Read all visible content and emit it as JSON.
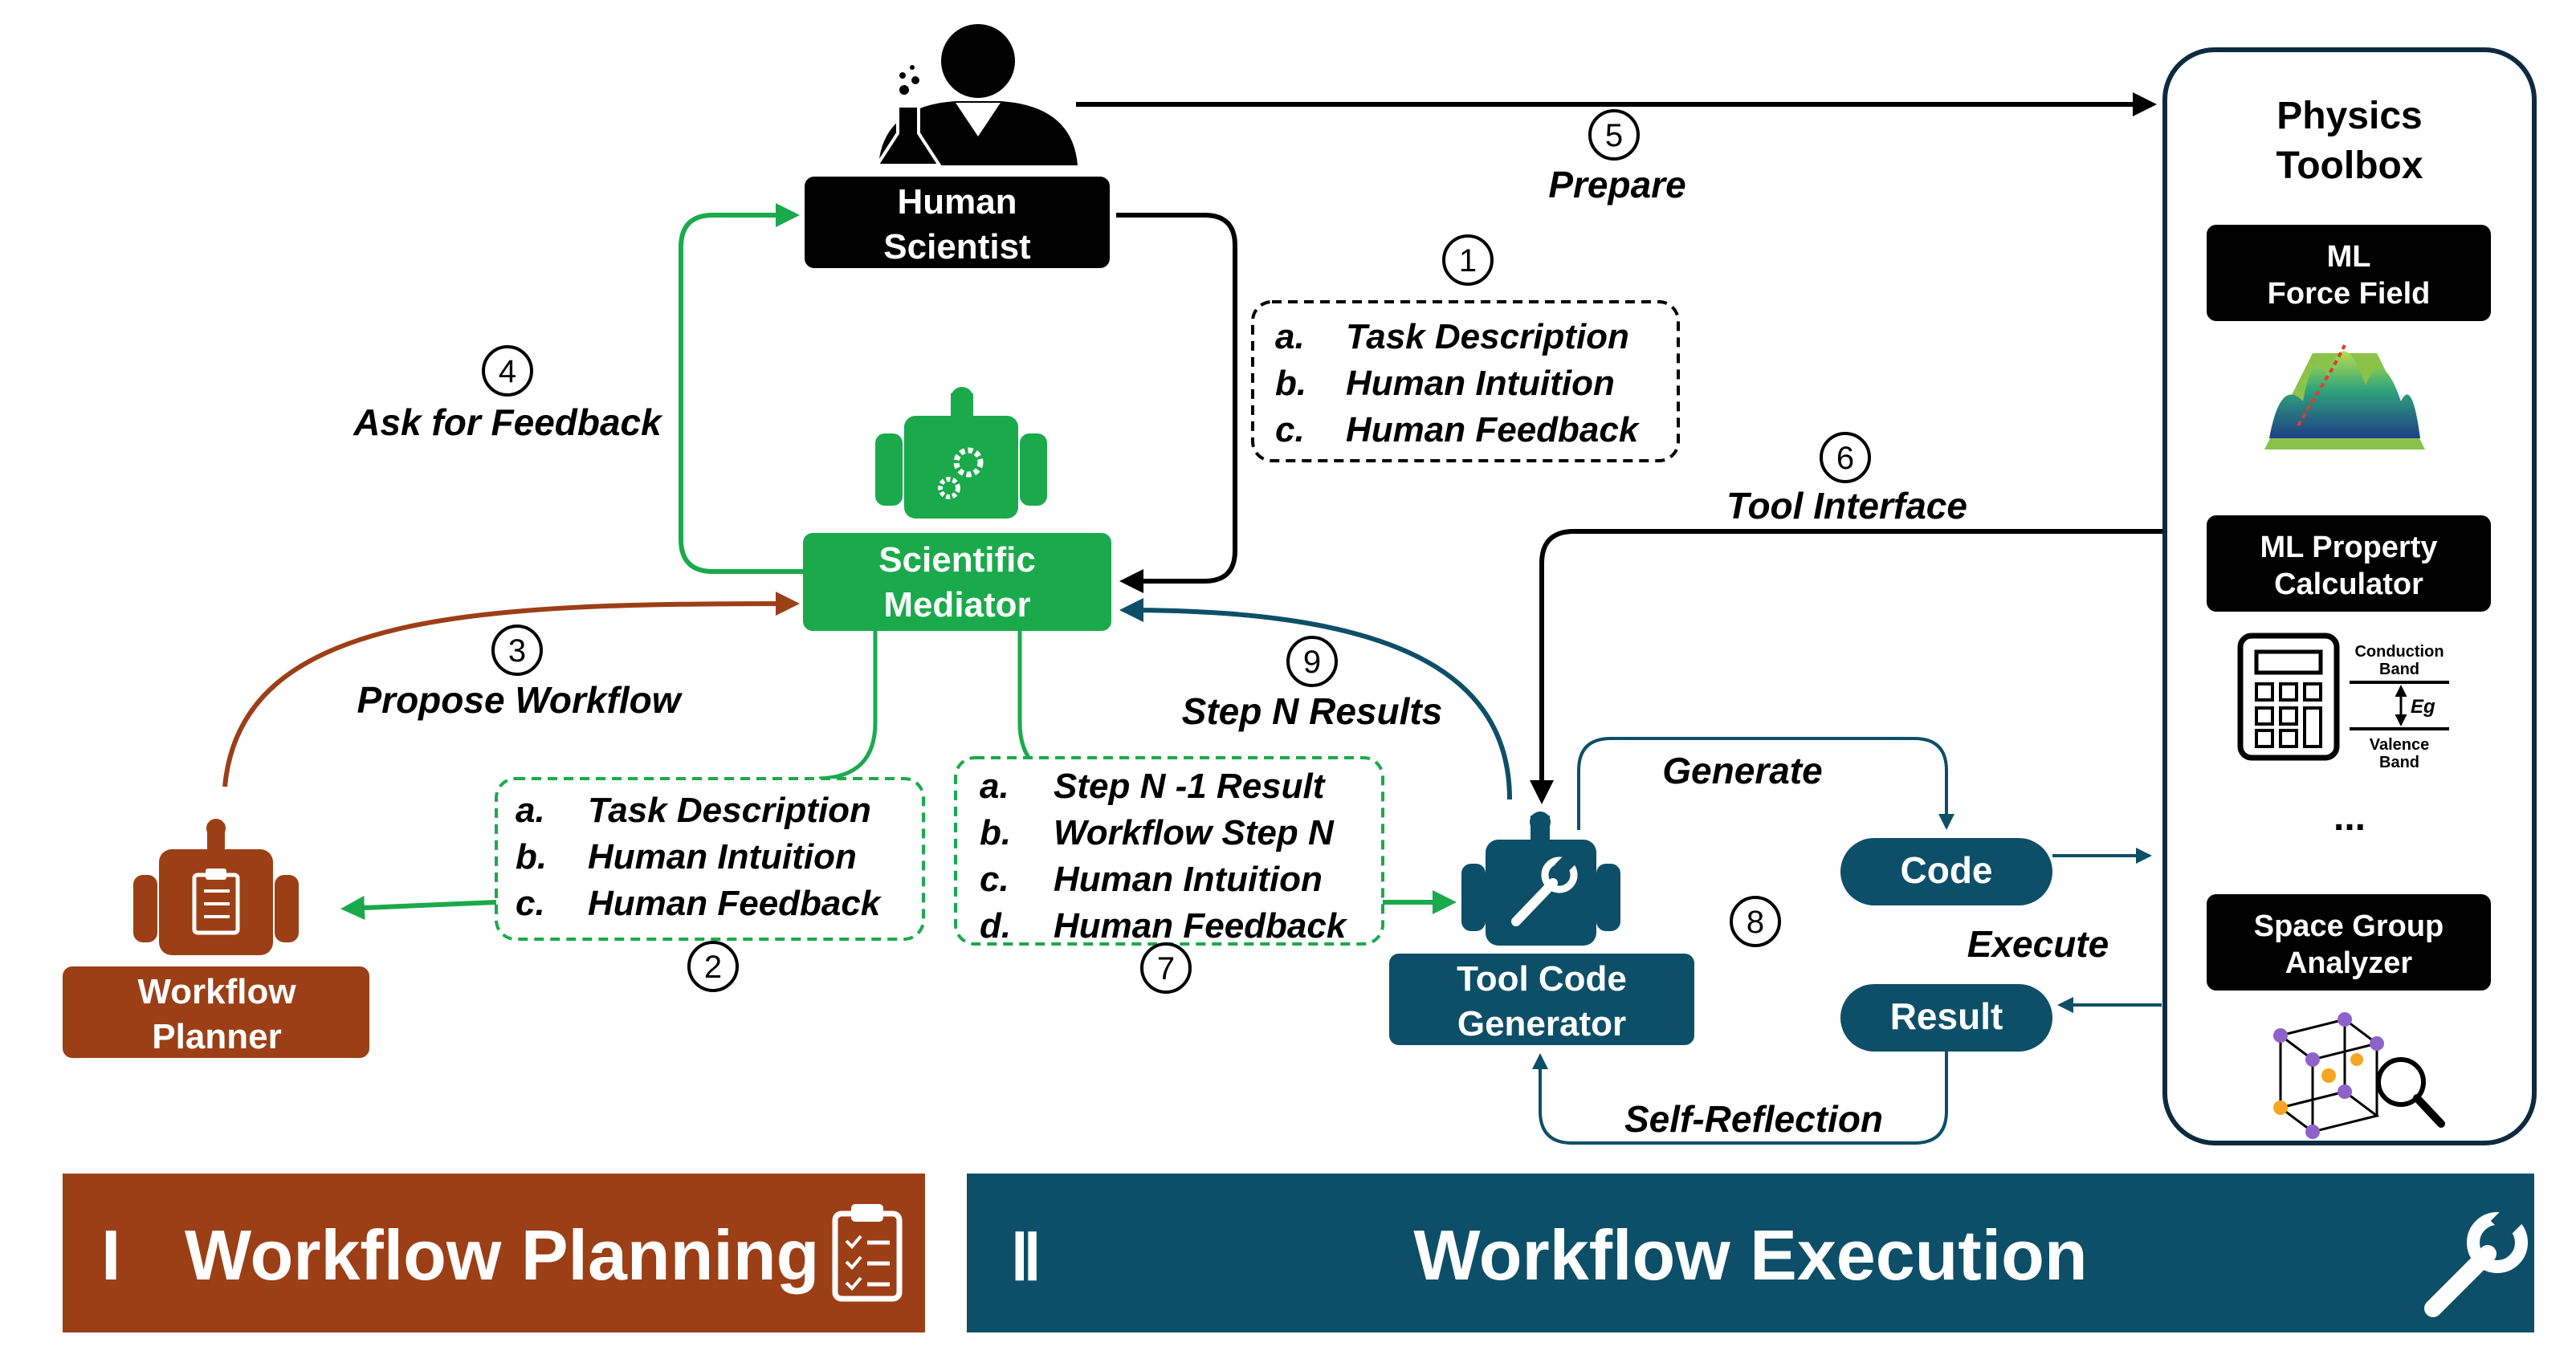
{
  "nodes": {
    "human_scientist": [
      "Human",
      "Scientist"
    ],
    "scientific_mediator": [
      "Scientific",
      "Mediator"
    ],
    "workflow_planner": [
      "Workflow",
      "Planner"
    ],
    "tool_code_generator": [
      "Tool Code",
      "Generator"
    ],
    "code": "Code",
    "result": "Result"
  },
  "toolbox": {
    "title": [
      "Physics",
      "Toolbox"
    ],
    "tools": [
      [
        "ML",
        "Force Field"
      ],
      [
        "ML Property",
        "Calculator"
      ],
      [
        "Space Group",
        "Analyzer"
      ]
    ],
    "ellipsis": "...",
    "band_labels": {
      "conduction": [
        "Conduction",
        "Band"
      ],
      "gap": "Eg",
      "valence": [
        "Valence",
        "Band"
      ]
    }
  },
  "steps": {
    "s1": "1",
    "s2": "2",
    "s3": "3",
    "s4": "4",
    "s5": "5",
    "s6": "6",
    "s7": "7",
    "s8": "8",
    "s9": "9"
  },
  "edge_labels": {
    "prepare": "Prepare",
    "ask_feedback": "Ask for Feedback",
    "propose_workflow": "Propose Workflow",
    "tool_interface": "Tool Interface",
    "step_n_results": "Step N Results",
    "generate": "Generate",
    "execute": "Execute",
    "self_reflection": "Self-Reflection"
  },
  "inputs_box_1": [
    {
      "marker": "a.",
      "text": "Task  Description"
    },
    {
      "marker": "b.",
      "text": "Human Intuition"
    },
    {
      "marker": "c.",
      "text": "Human Feedback"
    }
  ],
  "inputs_box_2": [
    {
      "marker": "a.",
      "text": "Task  Description"
    },
    {
      "marker": "b.",
      "text": "Human Intuition"
    },
    {
      "marker": "c.",
      "text": "Human Feedback"
    }
  ],
  "inputs_box_7": [
    {
      "marker": "a.",
      "text": "Step N -1 Result"
    },
    {
      "marker": "b.",
      "text": "Workflow Step N"
    },
    {
      "marker": "c.",
      "text": "Human Intuition"
    },
    {
      "marker": "d.",
      "text": "Human Feedback"
    }
  ],
  "banners": {
    "planning": {
      "numeral": "I",
      "title": "Workflow Planning"
    },
    "execution": {
      "numeral": "Ⅱ",
      "title": "Workflow Execution"
    }
  },
  "colors": {
    "black": "#000000",
    "green": "#1aaa4b",
    "brown": "#9c3f16",
    "teal": "#0d4f68"
  },
  "icons": [
    "scientist-icon",
    "robot-gear-icon",
    "robot-clipboard-icon",
    "robot-wrench-icon",
    "clipboard-icon",
    "wrench-icon",
    "energy-surface-icon",
    "calculator-icon",
    "crystal-lattice-icon"
  ]
}
